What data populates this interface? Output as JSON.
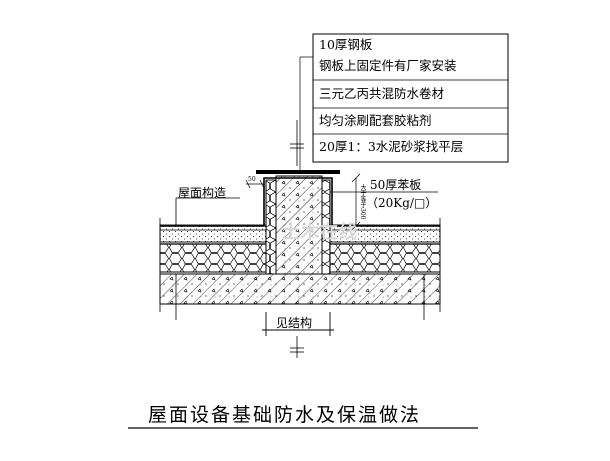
{
  "callout_notes": [
    "10厚钢板",
    "钢板上固定件有厂家安装",
    "三元乙丙共混防水卷材",
    "均匀涂刷配套胶粘剂",
    "20厚1：3水泥砂浆找平层"
  ],
  "labels": {
    "roof_structure": "屋面构造",
    "cork_board": "50厚苯板",
    "cork_density": "（20Kg/□）",
    "see_structure": "见结构",
    "dim_50": "50",
    "dim_height": "大于等于300"
  },
  "watermark": "土木在线",
  "title": "屋面设备基础防水及保温做法"
}
